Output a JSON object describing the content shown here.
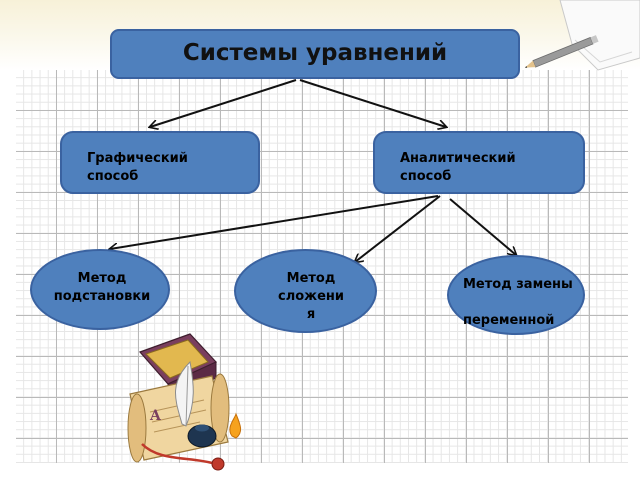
{
  "diagram": {
    "title": "Системы уравнений",
    "methods": [
      {
        "label": "Графический\nспособ"
      },
      {
        "label": "Аналитический\nспособ"
      }
    ],
    "analytic_methods": [
      {
        "label": "Метод\nподстановки"
      },
      {
        "label": "Метод\nсложени\nя"
      },
      {
        "label": "Метод замены\n\nпеременной"
      }
    ]
  },
  "colors": {
    "node_fill": "#4f80bd",
    "node_border": "#3a62a0",
    "arrow": "#111111"
  },
  "icons": [
    "pencil-icon",
    "paper-sheet-icon",
    "scroll-quill-inkwell-icon"
  ]
}
